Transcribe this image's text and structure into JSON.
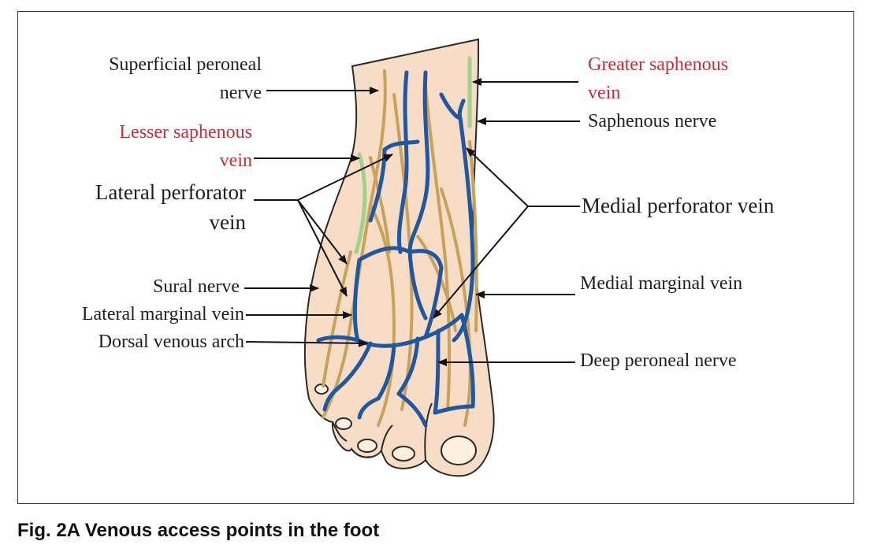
{
  "labels": {
    "superficial_peroneal_nerve": [
      "Superficial peroneal",
      "nerve"
    ],
    "lesser_saphenous_vein": [
      "Lesser saphenous",
      "vein"
    ],
    "lateral_perforator_vein": [
      "Lateral perforator",
      "vein"
    ],
    "sural_nerve": "Sural nerve",
    "lateral_marginal_vein": "Lateral marginal vein",
    "dorsal_venous_arch": "Dorsal venous arch",
    "greater_saphenous_vein": [
      "Greater saphenous",
      "vein"
    ],
    "saphenous_nerve": "Saphenous nerve",
    "medial_perforator_vein": "Medial perforator vein",
    "medial_marginal_vein": "Medial marginal vein",
    "deep_peroneal_nerve": "Deep peroneal nerve"
  },
  "caption": "Fig. 2A  Venous access points in the foot",
  "colors": {
    "skin": "#f7dcc6",
    "vein": "#1f57a3",
    "nerve": "#c9a25a",
    "saphenous_line": "#9fd38c",
    "highlight_label": "#c0303a",
    "text": "#1e1e1e"
  }
}
